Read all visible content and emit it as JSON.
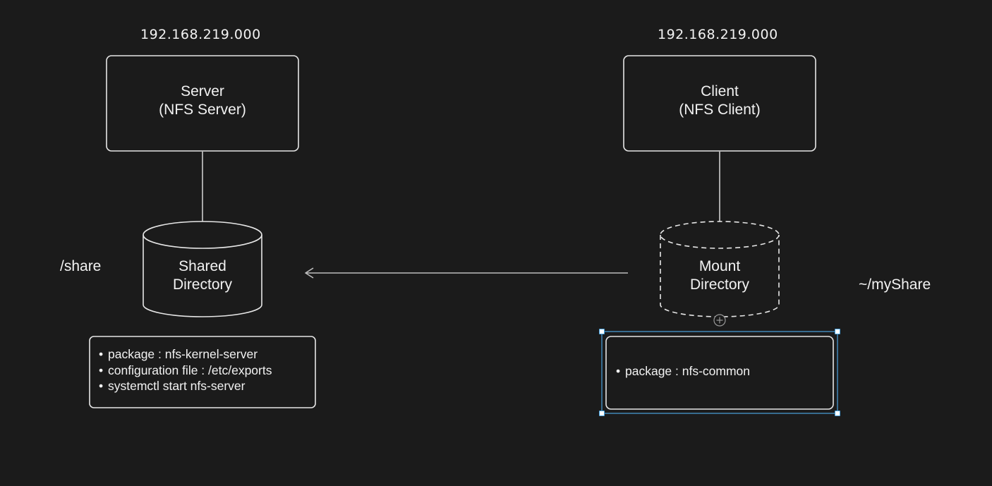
{
  "server": {
    "ip": "192.168.219.000",
    "title_line1": "Server",
    "title_line2": "(NFS Server)",
    "storage_line1": "Shared",
    "storage_line2": "Directory",
    "path": "/share",
    "notes": [
      "package : nfs-kernel-server",
      "configuration file : /etc/exports",
      "systemctl start nfs-server"
    ]
  },
  "client": {
    "ip": "192.168.219.000",
    "title_line1": "Client",
    "title_line2": "(NFS Client)",
    "storage_line1": "Mount",
    "storage_line2": "Directory",
    "path": "~/myShare",
    "notes": [
      "package : nfs-common"
    ]
  },
  "colors": {
    "background": "#1b1b1b",
    "stroke": "#e6e6e6",
    "text": "#f2f2f2",
    "arrow": "#bdbdbd",
    "selection": "#4aa3df"
  },
  "icons": {
    "add_connector": "plus-circle-icon"
  }
}
